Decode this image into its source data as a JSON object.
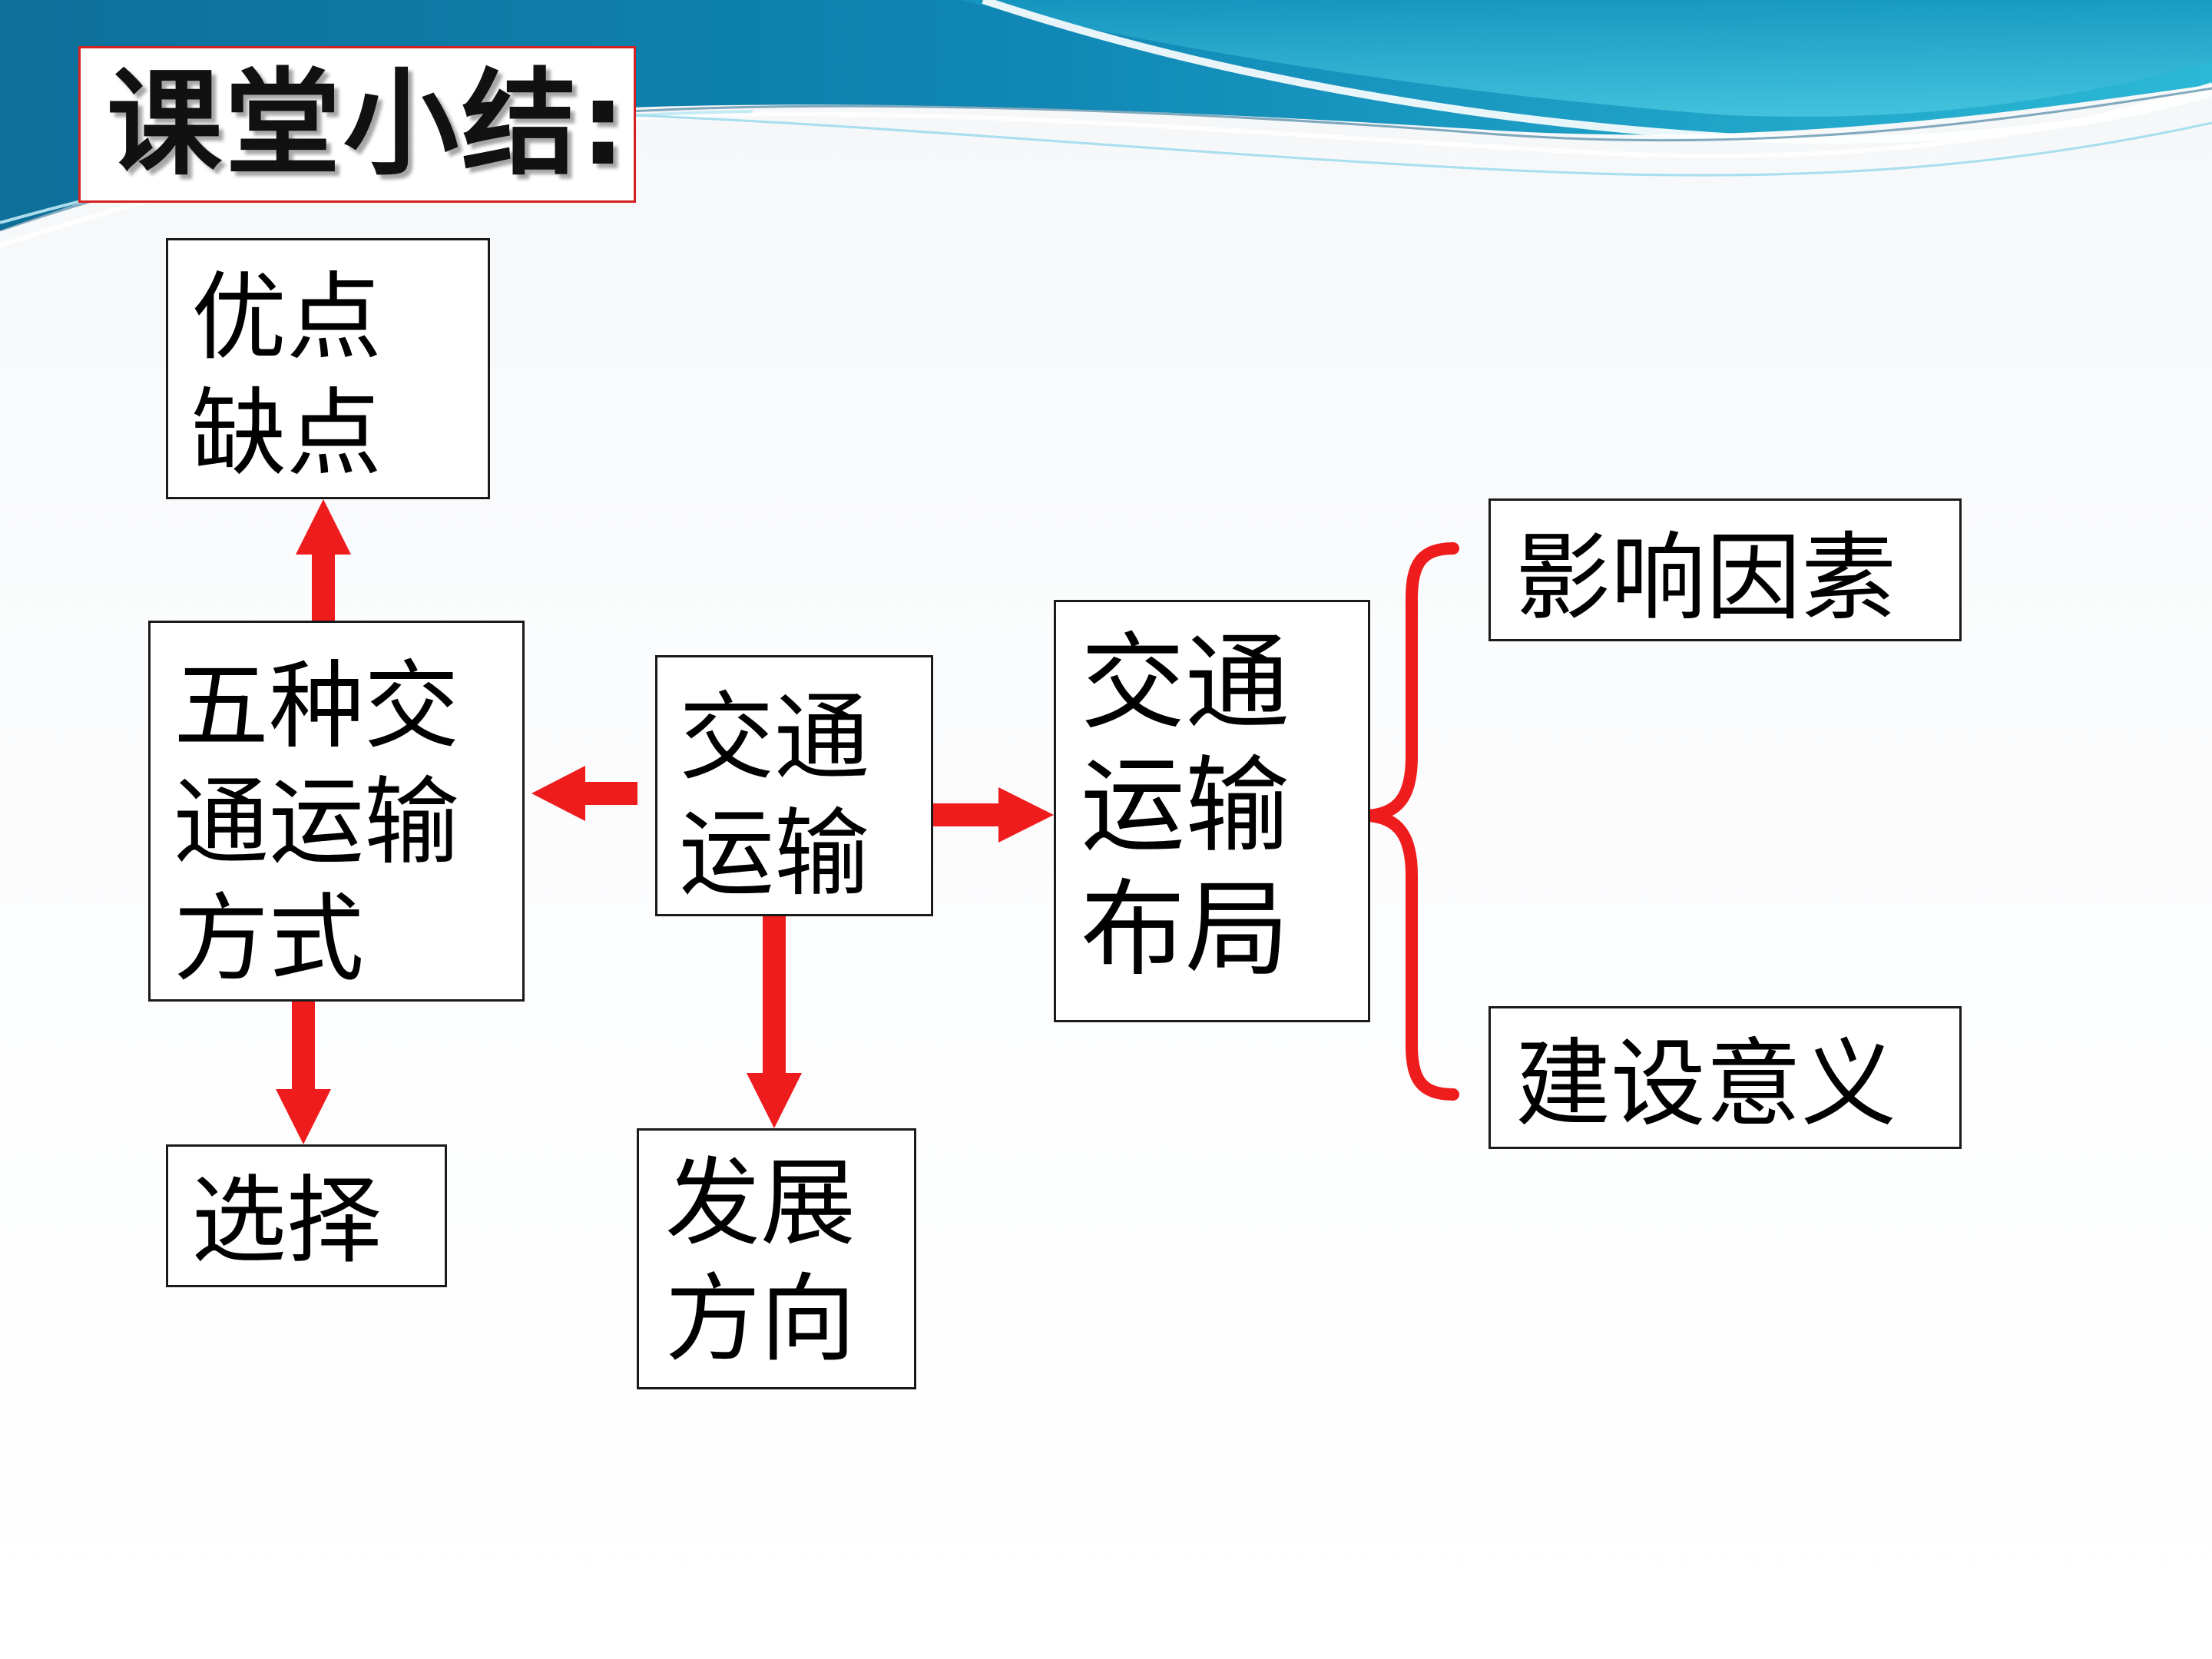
{
  "slide": {
    "title": "课堂小结:",
    "colors": {
      "accent_red": "#ee1c1c",
      "title_border": "#d42020",
      "banner_teal": "#1aa6c8",
      "banner_dark": "#0d6f9a",
      "box_border": "#1a1a1a"
    }
  },
  "diagram": {
    "center": {
      "line1": "交通",
      "line2": "运输"
    },
    "modes": {
      "line1": "五种交",
      "line2": "通运输",
      "line3": "方式"
    },
    "merits": {
      "line1": "优点",
      "line2": "缺点"
    },
    "choice": {
      "line1": "选择"
    },
    "future": {
      "line1": "发展",
      "line2": "方向"
    },
    "layout": {
      "line1": "交通",
      "line2": "运输",
      "line3": "布局"
    },
    "factors": {
      "line1": "影响因素"
    },
    "meaning": {
      "line1": "建设意义"
    }
  }
}
